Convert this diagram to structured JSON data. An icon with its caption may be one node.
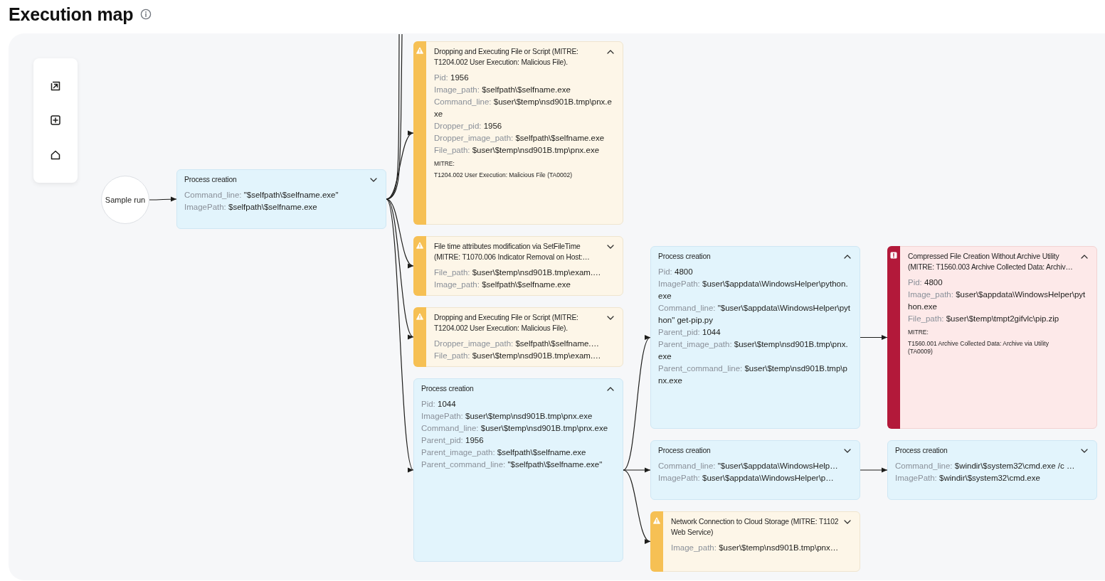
{
  "diagram": {
    "title": "Execution map",
    "nodes": [
      {
        "text": [
          "Sample run"
        ]
      },
      {
        "text": [
          "Process creation",
          "Command_line: \"$selfpath\\$selfname.exe\"",
          "ImagePath: $selfpath\\$selfname.exe"
        ]
      },
      {
        "text": [
          "Dropping and Executing File or Script (MITRE: T1204.002 User Execution: Malicious File).",
          "Pid: 1956",
          "Image_path: $selfpath\\$selfname.exe",
          "Command_line: $user\\$temp\\nsd901B.tmp\\pnx.exe",
          "Dropper_pid: 1956",
          "Dropper_image_path: $selfpath\\$selfname.exe",
          "File_path: $user\\$temp\\nsd901B.tmp\\pnx.exe",
          "MITRE:",
          "T1204.002 User Execution: Malicious File (TA0002)"
        ]
      },
      {
        "text": [
          "File time attributes modification via SetFileTime (MITRE: T1070.006 Indicator Removal on Host:…",
          "File_path: $user\\$temp\\nsd901B.tmp\\exam.…",
          "Image_path: $selfpath\\$selfname.exe"
        ]
      },
      {
        "text": [
          "Dropping and Executing File or Script (MITRE: T1204.002 User Execution: Malicious File).",
          "Dropper_image_path: $selfpath\\$selfname.…",
          "File_path: $user\\$temp\\nsd901B.tmp\\exam.…"
        ]
      },
      {
        "text": [
          "Process creation",
          "Pid: 1044",
          "ImagePath: $user\\$temp\\nsd901B.tmp\\pnx.exe",
          "Command_line: $user\\$temp\\nsd901B.tmp\\pnx.exe",
          "Parent_pid: 1956",
          "Parent_image_path: $selfpath\\$selfname.exe",
          "Parent_command_line: \"$selfpath\\$selfname.exe\""
        ]
      },
      {
        "text": [
          "Process creation",
          "Pid: 4800",
          "ImagePath: $user\\$appdata\\WindowsHelper\\python.exe",
          "Command_line: \"$user\\$appdata\\WindowsHelper\\python\" get-pip.py",
          "Parent_pid: 1044",
          "Parent_image_path: $user\\$temp\\nsd901B.tmp\\pnx.exe",
          "Parent_command_line: $user\\$temp\\nsd901B.tmp\\pnx.exe"
        ]
      },
      {
        "text": [
          "Process creation",
          "Command_line: \"$user\\$appdata\\WindowsHelp…",
          "ImagePath: $user\\$appdata\\WindowsHelper\\p…"
        ]
      },
      {
        "text": [
          "Network Connection to Cloud Storage (MITRE: T1102 Web Service)",
          "Image_path: $user\\$temp\\nsd901B.tmp\\pnx…"
        ]
      },
      {
        "text": [
          "Compressed File Creation Without Archive Utility (MITRE: T1560.003 Archive Collected Data: Archiv…",
          "Pid: 4800",
          "Image_path: $user\\$appdata\\WindowsHelper\\python.exe",
          "File_path: $user\\$temp\\tmpt2gifvlc\\pip.zip",
          "MITRE:",
          "T1560.001 Archive Collected Data: Archive via Utility (TA0009)"
        ]
      },
      {
        "text": [
          "Process creation",
          "Command_line: $windir\\$system32\\cmd.exe /c …",
          "ImagePath: $windir\\$system32\\cmd.exe"
        ]
      }
    ],
    "edges": [
      {
        "from": 0,
        "to": 1,
        "arrow": "to"
      },
      {
        "from": 1,
        "to": 2,
        "arrow": "to"
      },
      {
        "from": 1,
        "to": 3,
        "arrow": "to"
      },
      {
        "from": 1,
        "to": 4,
        "arrow": "to"
      },
      {
        "from": 1,
        "to": 5,
        "arrow": "to"
      },
      {
        "from": 1,
        "to": null,
        "arrow": "none"
      },
      {
        "from": 1,
        "to": null,
        "arrow": "none"
      },
      {
        "from": 5,
        "to": 6,
        "arrow": "to"
      },
      {
        "from": 5,
        "to": 7,
        "arrow": "to"
      },
      {
        "from": 5,
        "to": 8,
        "arrow": "to"
      },
      {
        "from": 6,
        "to": 9,
        "arrow": "to"
      },
      {
        "from": 7,
        "to": 10,
        "arrow": "to"
      }
    ]
  }
}
